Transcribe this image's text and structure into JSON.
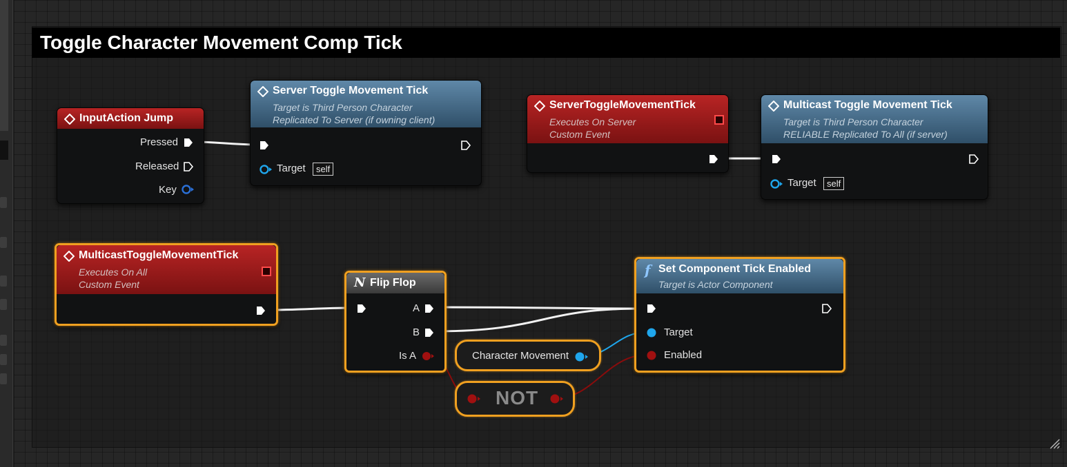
{
  "comment": {
    "title": "Toggle Character Movement Comp Tick"
  },
  "nodes": {
    "input_jump": {
      "title": "InputAction Jump",
      "pins": {
        "pressed": "Pressed",
        "released": "Released",
        "key": "Key"
      }
    },
    "server_call": {
      "title": "Server Toggle Movement Tick",
      "sub1": "Target is Third Person Character",
      "sub2": "Replicated To Server (if owning client)",
      "target_label": "Target",
      "target_value": "self"
    },
    "server_event": {
      "title": "ServerToggleMovementTick",
      "sub1": "Executes On Server",
      "sub2": "Custom Event"
    },
    "multicast_call": {
      "title": "Multicast Toggle Movement Tick",
      "sub1": "Target is Third Person Character",
      "sub2": "RELIABLE Replicated To All (if server)",
      "target_label": "Target",
      "target_value": "self"
    },
    "multicast_event": {
      "title": "MulticastToggleMovementTick",
      "sub1": "Executes On All",
      "sub2": "Custom Event"
    },
    "flip_flop": {
      "title": "Flip Flop",
      "pins": {
        "a": "A",
        "b": "B",
        "is_a": "Is A"
      }
    },
    "set_tick": {
      "title": "Set Component Tick Enabled",
      "sub1": "Target is Actor Component",
      "target_label": "Target",
      "enabled_label": "Enabled"
    },
    "char_movement": {
      "label": "Character Movement"
    },
    "not_node": {
      "label": "NOT"
    }
  },
  "colors": {
    "exec_wire": "#ffffff",
    "object_pin": "#1fa6ec",
    "bool_pin": "#a01010",
    "selection": "#f0a020"
  }
}
